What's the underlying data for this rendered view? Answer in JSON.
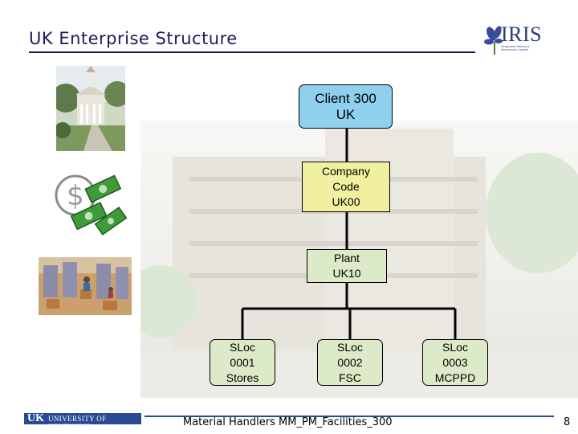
{
  "slide": {
    "title": "UK Enterprise Structure",
    "footer_text": "Material Handlers MM_PM_Facilities_300",
    "page_number": "8"
  },
  "logo": {
    "text": "IRIS",
    "subtitle": "Integrated Resource Information System"
  },
  "university_logo": {
    "mark": "UK",
    "name": "UNIVERSITY OF KENTUCKY"
  },
  "diagram": {
    "client": {
      "lines": [
        "Client 300",
        "UK"
      ]
    },
    "company_code": {
      "lines": [
        "Company",
        "Code",
        "UK00"
      ]
    },
    "plant": {
      "lines": [
        "Plant",
        "UK10"
      ]
    },
    "storage_locations": [
      {
        "lines": [
          "SLoc",
          "0001",
          "Stores"
        ]
      },
      {
        "lines": [
          "SLoc",
          "0002",
          "FSC"
        ]
      },
      {
        "lines": [
          "SLoc",
          "0003",
          "MCPPD"
        ]
      }
    ]
  },
  "colors": {
    "title": "#1c1c5a",
    "client_fill": "#8ed0ee",
    "company_fill": "#f0f0a0",
    "plant_fill": "#ddeac8",
    "sloc_fill": "#ddeac8",
    "footer_brand": "#2a4a96"
  },
  "images": {
    "campus_photo": "campus-building-photo",
    "money_clipart": "dollar-money-clipart",
    "warehouse_clipart": "warehouse-clipart",
    "background_photo": "faded-building-photo"
  }
}
